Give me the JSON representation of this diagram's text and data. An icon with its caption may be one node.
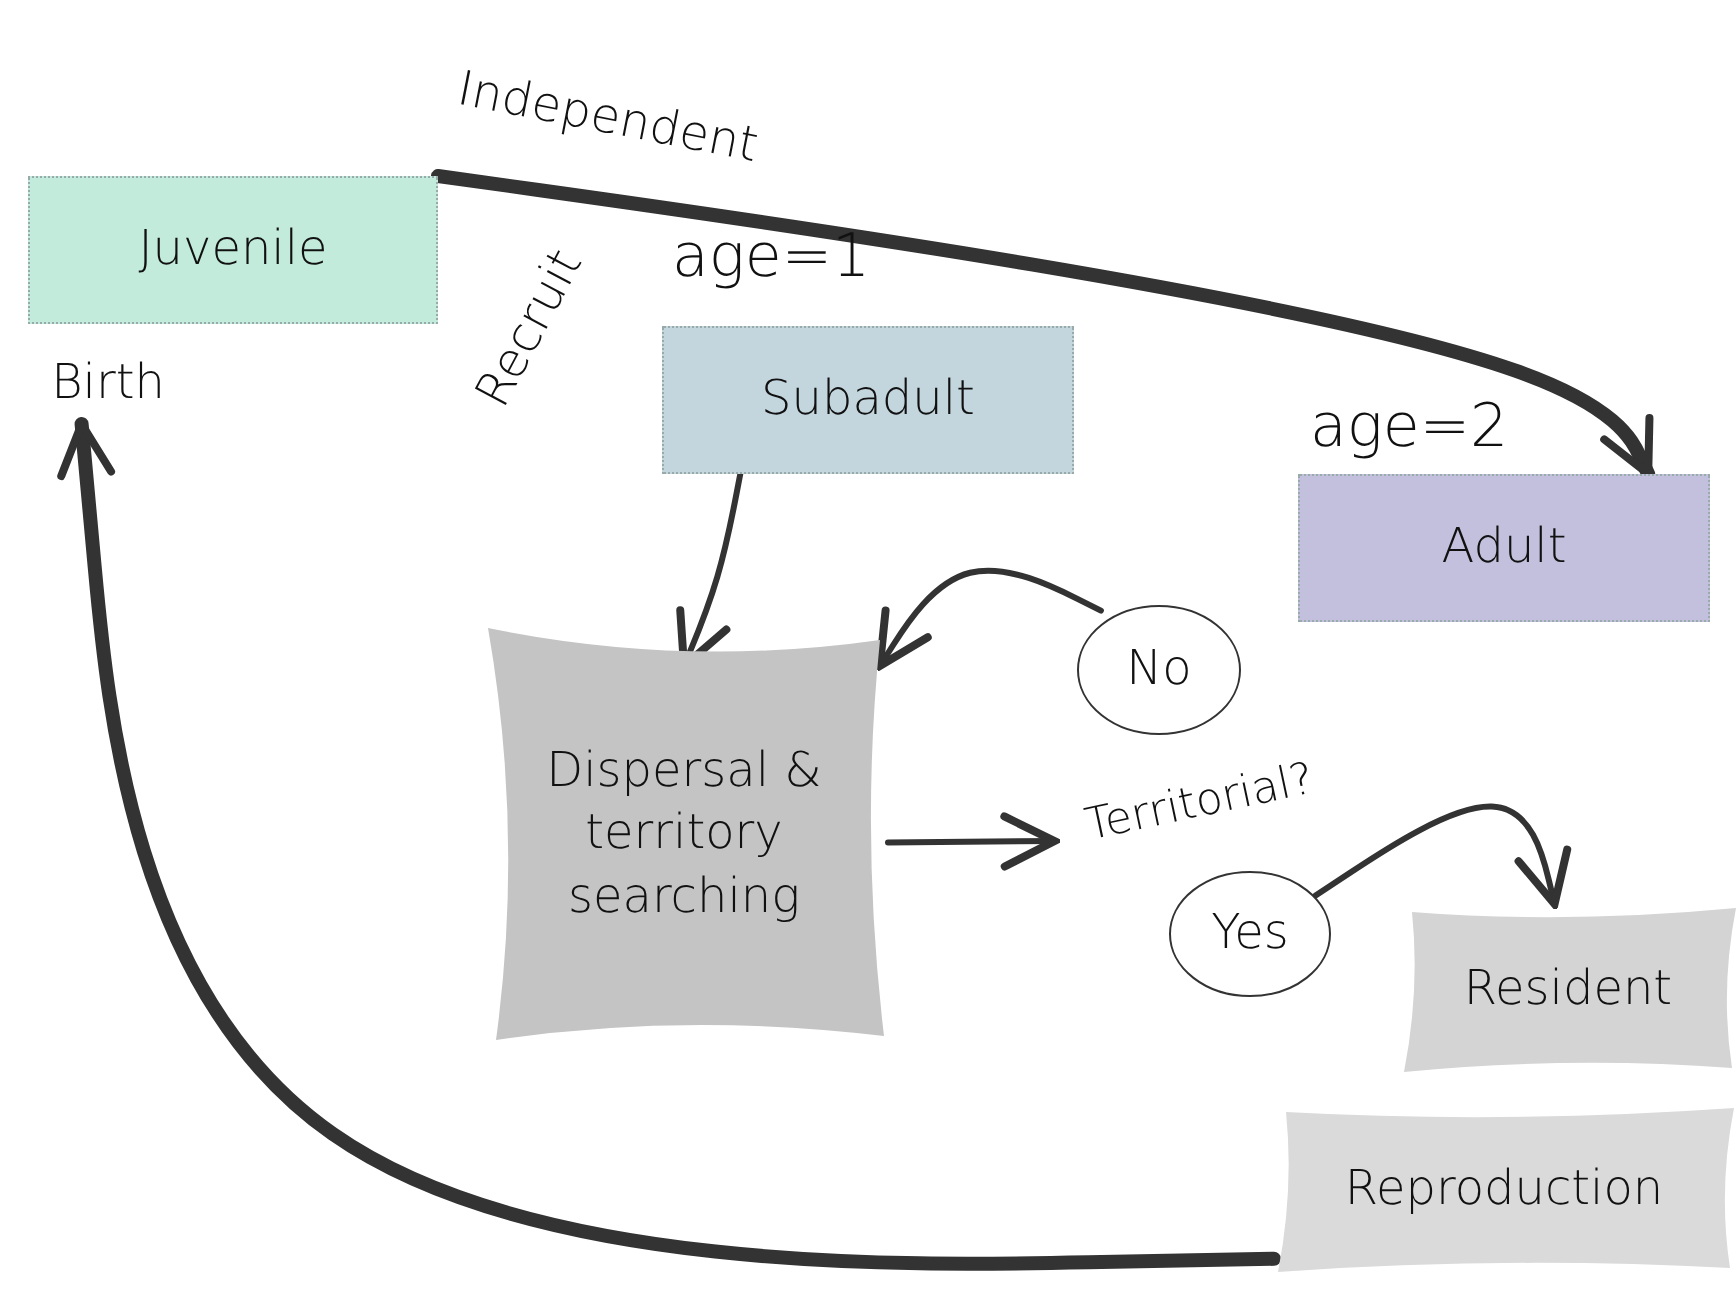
{
  "diagram": {
    "nodes": [
      {
        "text": [
          "Juvenile"
        ]
      },
      {
        "text": [
          "Subadult"
        ],
        "beside": [
          "age=1"
        ]
      },
      {
        "text": [
          "Adult"
        ],
        "beside": [
          "age=2"
        ]
      },
      {
        "text": [
          "Dispersal & territory searching"
        ]
      },
      {
        "text": [
          "No"
        ]
      },
      {
        "text": [
          "Territorial?"
        ]
      },
      {
        "text": [
          "Yes"
        ]
      },
      {
        "text": [
          "Resident"
        ]
      },
      {
        "text": [
          "Reproduction"
        ]
      },
      {
        "text": [
          "Birth"
        ]
      }
    ],
    "edges": [
      {
        "from": 0,
        "to": 2,
        "arrow": "to",
        "label": "Independent",
        "style": "thick"
      },
      {
        "from": 1,
        "to": 3,
        "arrow": "to"
      },
      {
        "from": 4,
        "to": 3,
        "arrow": "to"
      },
      {
        "from": 3,
        "to": 5,
        "arrow": "to"
      },
      {
        "from": 6,
        "to": 7,
        "arrow": "to"
      },
      {
        "from": 8,
        "to": 9,
        "arrow": "to",
        "style": "thick"
      }
    ],
    "labels": [
      "Recruit"
    ]
  }
}
